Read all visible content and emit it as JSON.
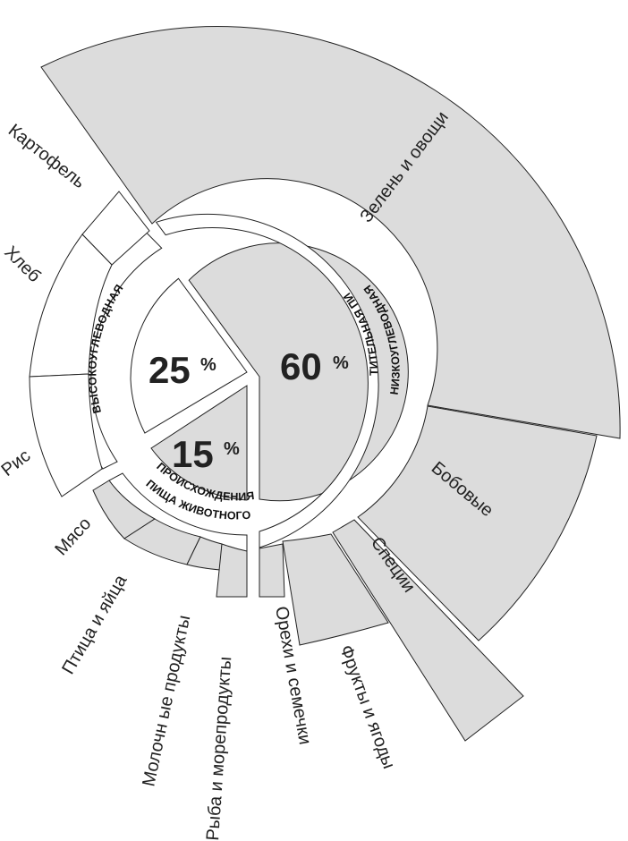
{
  "chart_data": {
    "type": "sunburst",
    "colors": {
      "gray": "#dcdcdc",
      "white": "#ffffff",
      "stroke": "#222222"
    },
    "inner": [
      {
        "label": "60",
        "unit": "%",
        "value": 60
      },
      {
        "label": "25",
        "unit": "%",
        "value": 25
      },
      {
        "label": "15",
        "unit": "%",
        "value": 15
      }
    ],
    "middle": [
      {
        "label_lines": [
          "НИЗКОУГЛЕВОДНАЯ",
          "РАСТИТЕЛЬНАЯ ПИЩА"
        ]
      },
      {
        "label_lines": [
          "ВЫСОКОУГЛЕВОДНАЯ"
        ]
      },
      {
        "label_lines": [
          "ПИЩА ЖИВОТНОГО",
          "ПРОИСХОЖДЕНИЯ"
        ]
      }
    ],
    "outer": [
      {
        "label": "Зелень и овощи",
        "group": "low"
      },
      {
        "label": "Бобовые",
        "group": "low"
      },
      {
        "label": "Специи",
        "group": "low"
      },
      {
        "label": "Фрукты и ягоды",
        "group": "low"
      },
      {
        "label": "Орехи и семечки",
        "group": "low"
      },
      {
        "label": "Картофель",
        "group": "high"
      },
      {
        "label": "Хлеб",
        "group": "high"
      },
      {
        "label": "Рис",
        "group": "high"
      },
      {
        "label": "Мясо",
        "group": "animal"
      },
      {
        "label": "Птица и яйца",
        "group": "animal"
      },
      {
        "label": "Молочн ые продукты",
        "group": "animal"
      },
      {
        "label": "Рыба и морепродукты",
        "group": "animal"
      }
    ]
  }
}
